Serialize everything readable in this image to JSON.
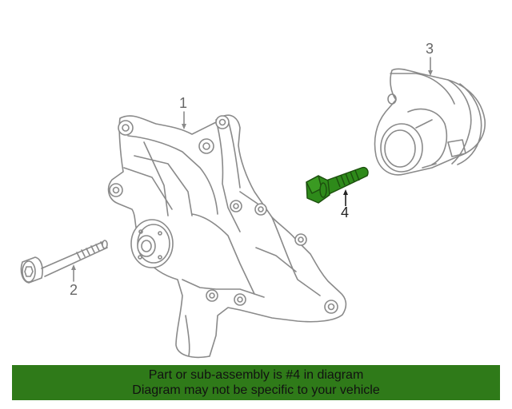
{
  "callouts": {
    "label_1": "1",
    "label_2": "2",
    "label_3": "3",
    "label_4": "4"
  },
  "banner": {
    "line1": "Part or sub-assembly is #4 in diagram",
    "line2": "Diagram may not be specific to your vehicle"
  },
  "colors": {
    "banner_bg": "#2f7a19",
    "highlight_part": "#2e8a1a",
    "line_art": "#8a8a8a"
  }
}
